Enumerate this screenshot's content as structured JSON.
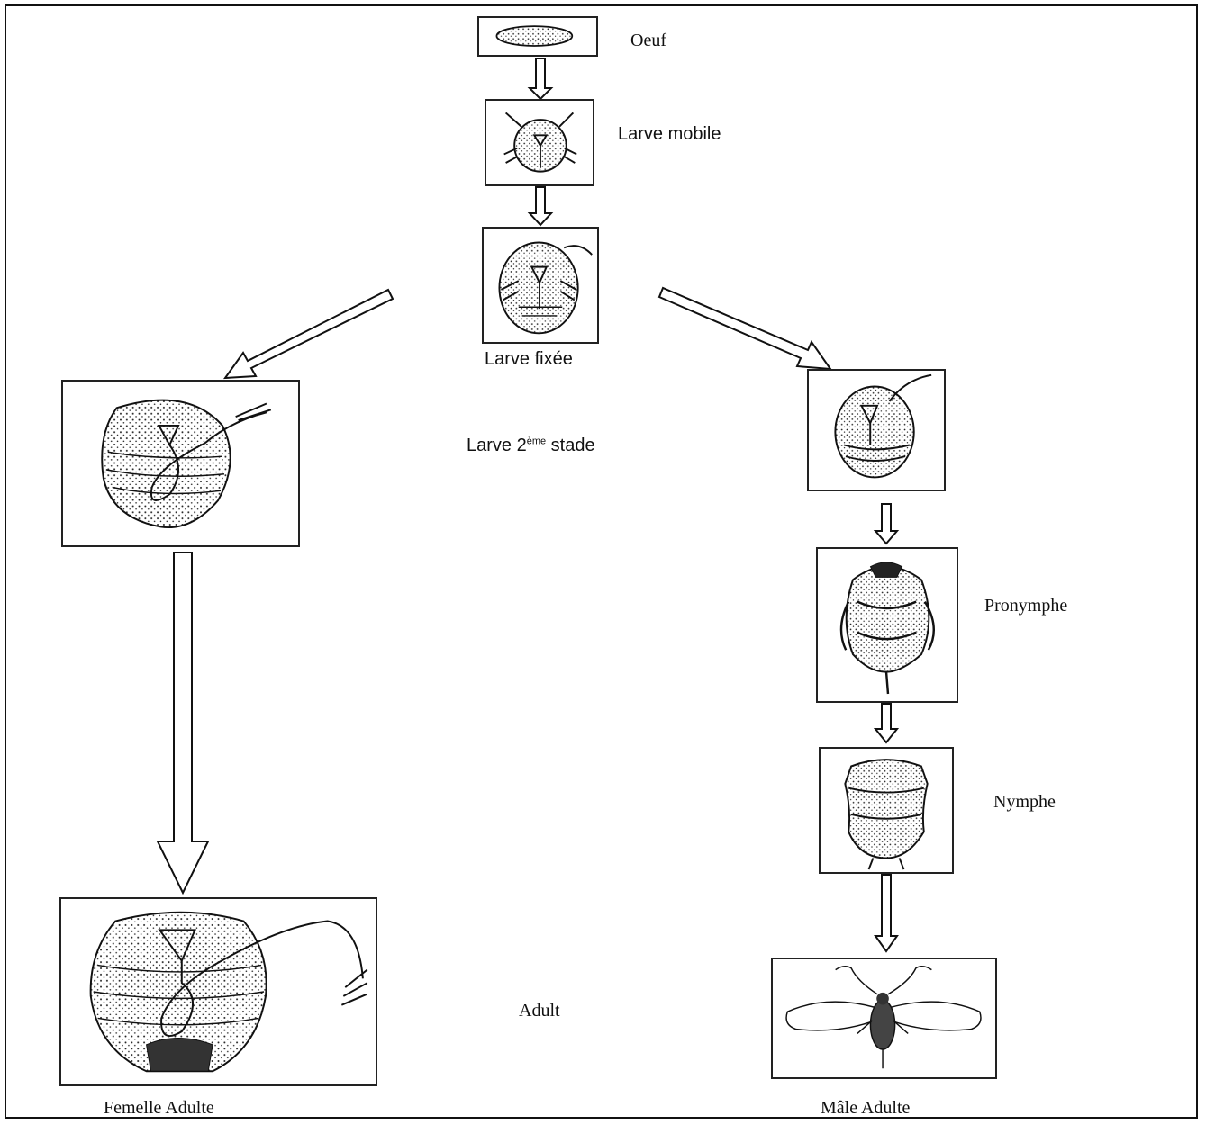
{
  "stages": {
    "oeuf": "Oeuf",
    "larve_mobile": "Larve mobile",
    "larve_fixee": "Larve fixée",
    "larve_2_prefix": "Larve 2",
    "larve_2_sup": "ème",
    "larve_2_suffix": " stade",
    "pronymphe": "Pronymphe",
    "nymphe": "Nymphe",
    "adult": "Adult",
    "femelle_adulte": "Femelle Adulte",
    "male_adulte": "Mâle Adulte"
  },
  "colors": {
    "stroke": "#111111",
    "paper": "#ffffff"
  }
}
